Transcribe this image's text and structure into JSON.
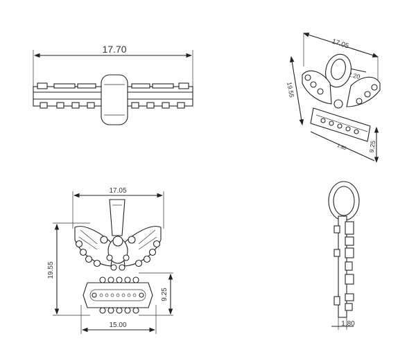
{
  "views": {
    "top": {
      "width": "17.70"
    },
    "iso": {
      "width": "17.05",
      "bail": "2.20",
      "height": "19.55",
      "depth": "9.25",
      "small": "1.80"
    },
    "front": {
      "width": "17.05",
      "height": "19.55",
      "plate_height": "9.25",
      "plate_width": "15.00"
    },
    "side": {
      "thickness": "1.80"
    }
  }
}
